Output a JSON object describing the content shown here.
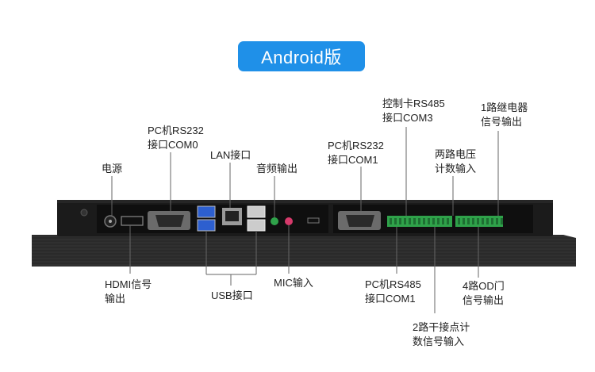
{
  "title": "Android版",
  "labels": {
    "power": "电源",
    "pc_rs232_com0": [
      "PC机RS232",
      "接口COM0"
    ],
    "lan": "LAN接口",
    "audio_out": "音频输出",
    "pc_rs232_com1": [
      "PC机RS232",
      "接口COM1"
    ],
    "ctrl_rs485_com3": [
      "控制卡RS485",
      "接口COM3"
    ],
    "relay_out": [
      "1路继电器",
      "信号输出"
    ],
    "voltage_in": [
      "两路电压",
      "计数输入"
    ],
    "hdmi_out": [
      "HDMI信号",
      "输出"
    ],
    "usb": "USB接口",
    "mic_in": "MIC输入",
    "pc_rs485_com1": [
      "PC机RS485",
      "接口COM1"
    ],
    "od_out": [
      "4路OD门",
      "信号输出"
    ],
    "dry_contact_in": [
      "2路干接点计",
      "数信号输入"
    ]
  },
  "colors": {
    "accent": "#1f90e8",
    "panel": "#1b1b1b",
    "terminal": "#2fa24a"
  }
}
